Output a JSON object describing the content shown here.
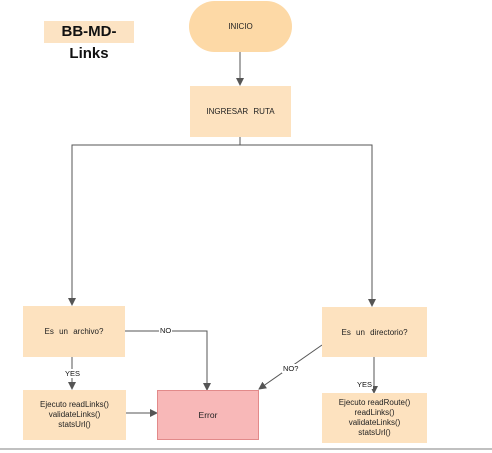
{
  "title": "BB-MD-Links",
  "nodes": {
    "inicio": "INICIO",
    "ingresar_ruta": "INGRESAR  RUTA",
    "es_archivo": "Es un archivo?",
    "es_directorio": "Es un directorio?",
    "error": "Error",
    "archivo_actions": [
      "Ejecuto  readLinks()",
      "validateLinks()",
      "statsUrl()"
    ],
    "directorio_actions": [
      "Ejecuto  readRoute()",
      "readLinks()",
      "validateLinks()",
      "statsUrl()"
    ]
  },
  "edges": {
    "archivo_no": "NO",
    "archivo_yes": "YES",
    "directorio_no": "NO?",
    "directorio_yes": "YES"
  },
  "colors": {
    "node_fill": "#fde2bf",
    "start_fill": "#fdd9a6",
    "error_fill": "#f8b8b8",
    "line": "#555555"
  }
}
